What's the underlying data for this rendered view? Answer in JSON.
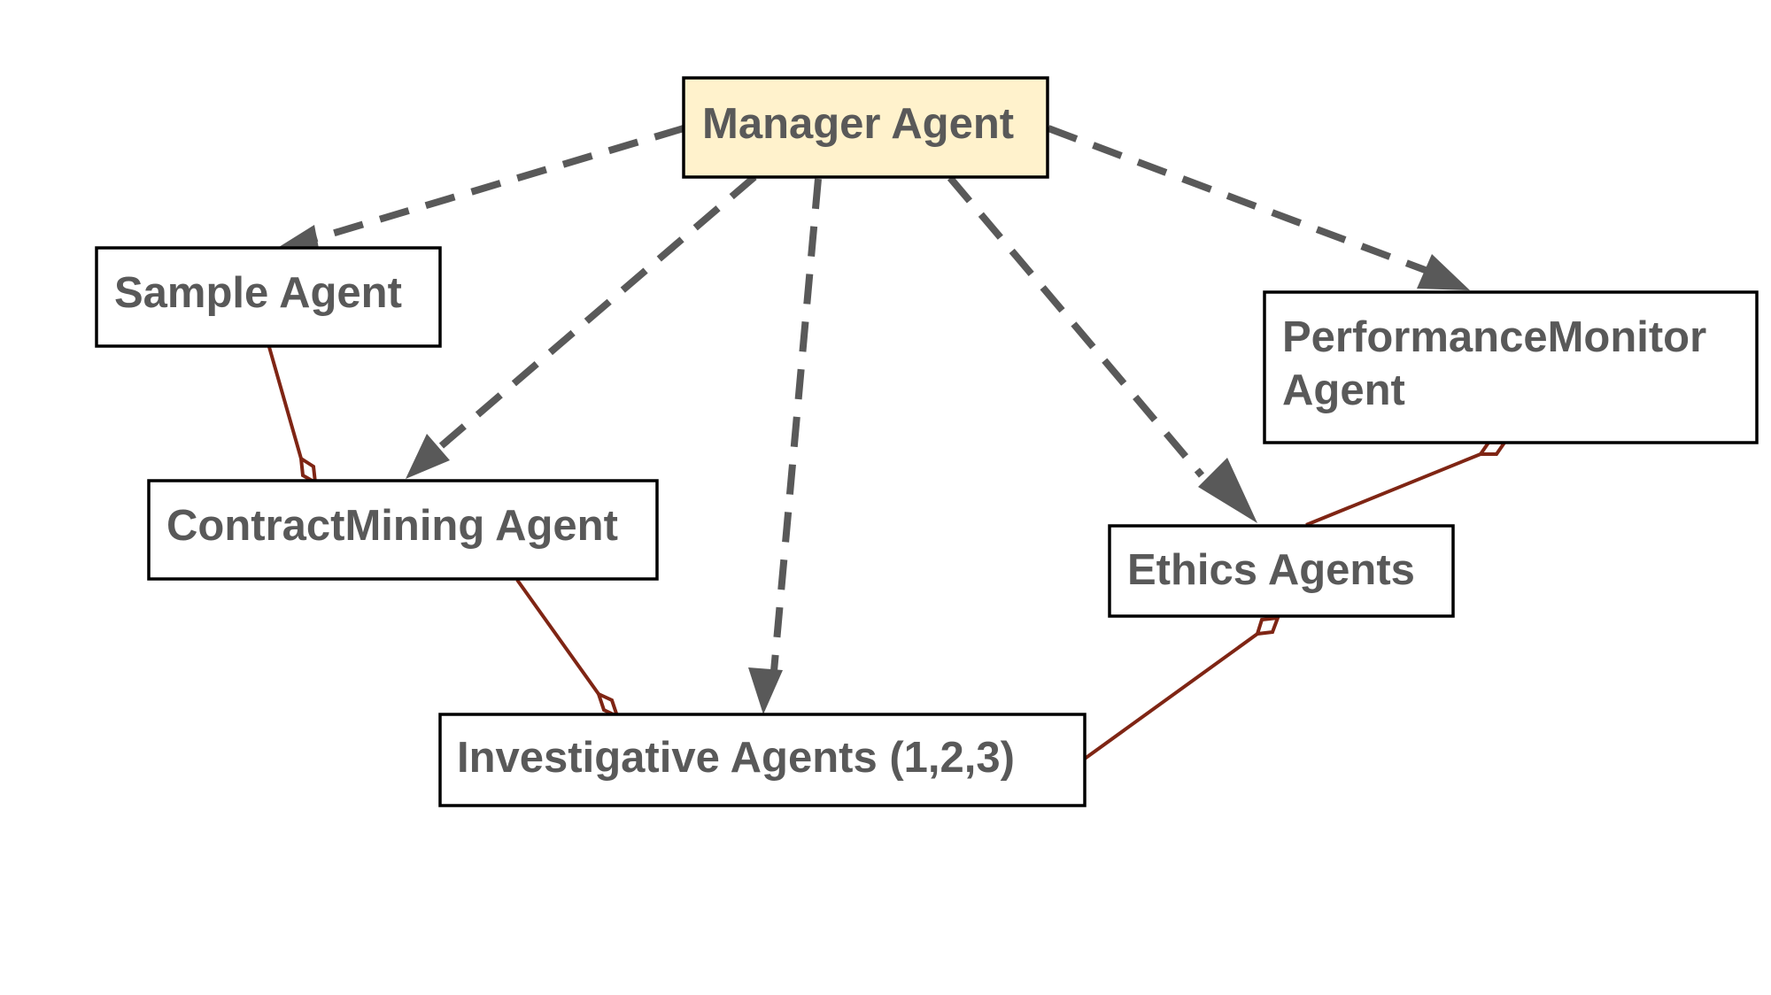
{
  "nodes": {
    "manager": {
      "label": "Manager Agent"
    },
    "sample": {
      "label": "Sample Agent"
    },
    "contract_mining": {
      "label": "ContractMining Agent"
    },
    "investigative": {
      "label": "Investigative Agents (1,2,3)"
    },
    "ethics": {
      "label": "Ethics Agents"
    },
    "performance_monitor": {
      "label_line1": "PerformanceMonitor",
      "label_line2": "Agent"
    }
  },
  "colors": {
    "dashed_edge": "#595959",
    "association_edge": "#7f2514",
    "highlight_fill": "#fff2cc",
    "label_text": "#595959"
  }
}
